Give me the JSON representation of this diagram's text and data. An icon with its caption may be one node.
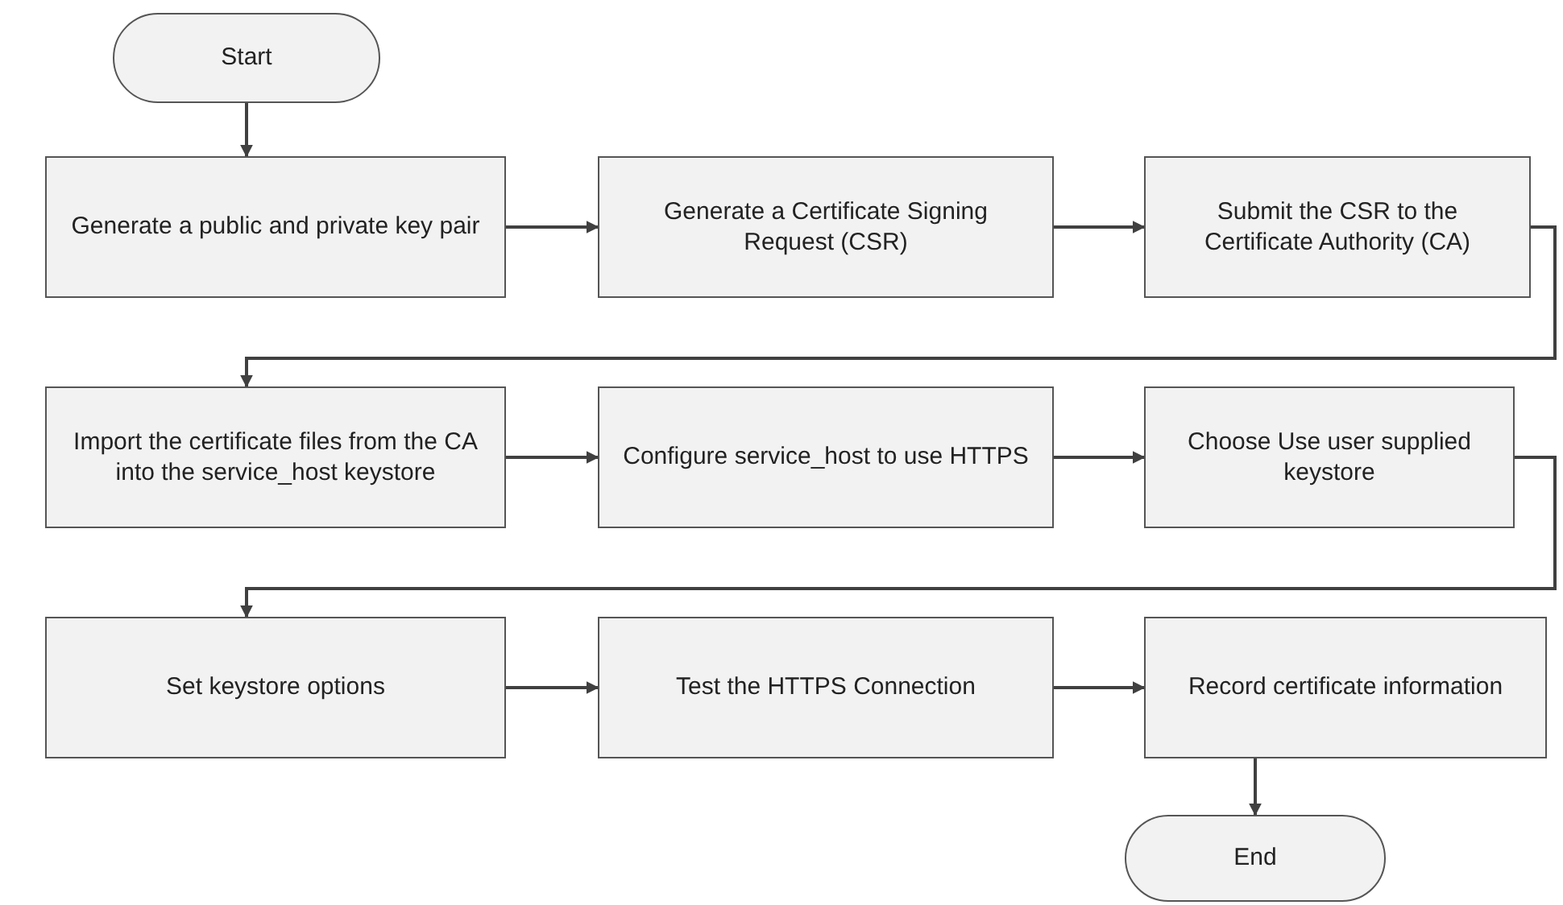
{
  "diagram": {
    "nodes": [
      {
        "text": [
          "Start"
        ]
      },
      {
        "text": [
          "Generate a public and private key pair"
        ]
      },
      {
        "text": [
          "Generate a Certificate Signing Request (CSR)"
        ]
      },
      {
        "text": [
          "Submit the CSR to the Certificate Authority (CA)"
        ]
      },
      {
        "text": [
          "Import the certificate files from the CA into the service_host keystore"
        ]
      },
      {
        "text": [
          "Configure service_host to use HTTPS"
        ]
      },
      {
        "text": [
          "Choose Use user supplied keystore"
        ]
      },
      {
        "text": [
          "Set keystore options"
        ]
      },
      {
        "text": [
          "Test the HTTPS Connection"
        ]
      },
      {
        "text": [
          "Record certificate information"
        ]
      },
      {
        "text": [
          "End"
        ]
      }
    ],
    "edges": [
      {
        "from": 0,
        "to": 1,
        "arrow": "to"
      },
      {
        "from": 1,
        "to": 2,
        "arrow": "to"
      },
      {
        "from": 2,
        "to": 3,
        "arrow": "to"
      },
      {
        "from": 3,
        "to": 4,
        "arrow": "to"
      },
      {
        "from": 4,
        "to": 5,
        "arrow": "to"
      },
      {
        "from": 5,
        "to": 6,
        "arrow": "to"
      },
      {
        "from": 6,
        "to": 7,
        "arrow": "to"
      },
      {
        "from": 7,
        "to": 8,
        "arrow": "to"
      },
      {
        "from": 8,
        "to": 9,
        "arrow": "to"
      },
      {
        "from": 9,
        "to": 10,
        "arrow": "to"
      }
    ]
  }
}
